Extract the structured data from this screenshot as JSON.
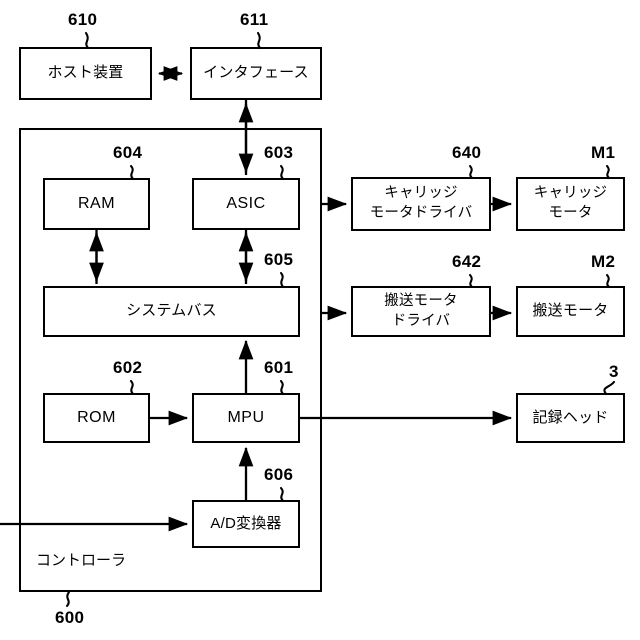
{
  "figure": {
    "type": "block-diagram",
    "language": "ja",
    "background_color": "#ffffff",
    "line_color": "#000000"
  },
  "blocks": {
    "host": {
      "label": "ホスト装置",
      "ref": "610"
    },
    "interface": {
      "label": "インタフェース",
      "ref": "611"
    },
    "ram": {
      "label": "RAM",
      "ref": "604"
    },
    "asic": {
      "label": "ASIC",
      "ref": "603"
    },
    "system_bus": {
      "label": "システムバス",
      "ref": "605"
    },
    "rom": {
      "label": "ROM",
      "ref": "602"
    },
    "mpu": {
      "label": "MPU",
      "ref": "601"
    },
    "ad_converter": {
      "label": "A/D変換器",
      "ref": "606"
    },
    "carriage_motor_driver": {
      "line1": "キャリッジ",
      "line2": "モータドライバ",
      "ref": "640"
    },
    "carriage_motor": {
      "line1": "キャリッジ",
      "line2": "モータ",
      "ref": "M1"
    },
    "conveyance_motor_driver": {
      "line1": "搬送モータ",
      "line2": "ドライバ",
      "ref": "642"
    },
    "conveyance_motor": {
      "label": "搬送モータ",
      "ref": "M2"
    },
    "recording_head": {
      "label": "記録ヘッド",
      "ref": "3"
    },
    "controller": {
      "label": "コントローラ",
      "ref": "600"
    }
  }
}
